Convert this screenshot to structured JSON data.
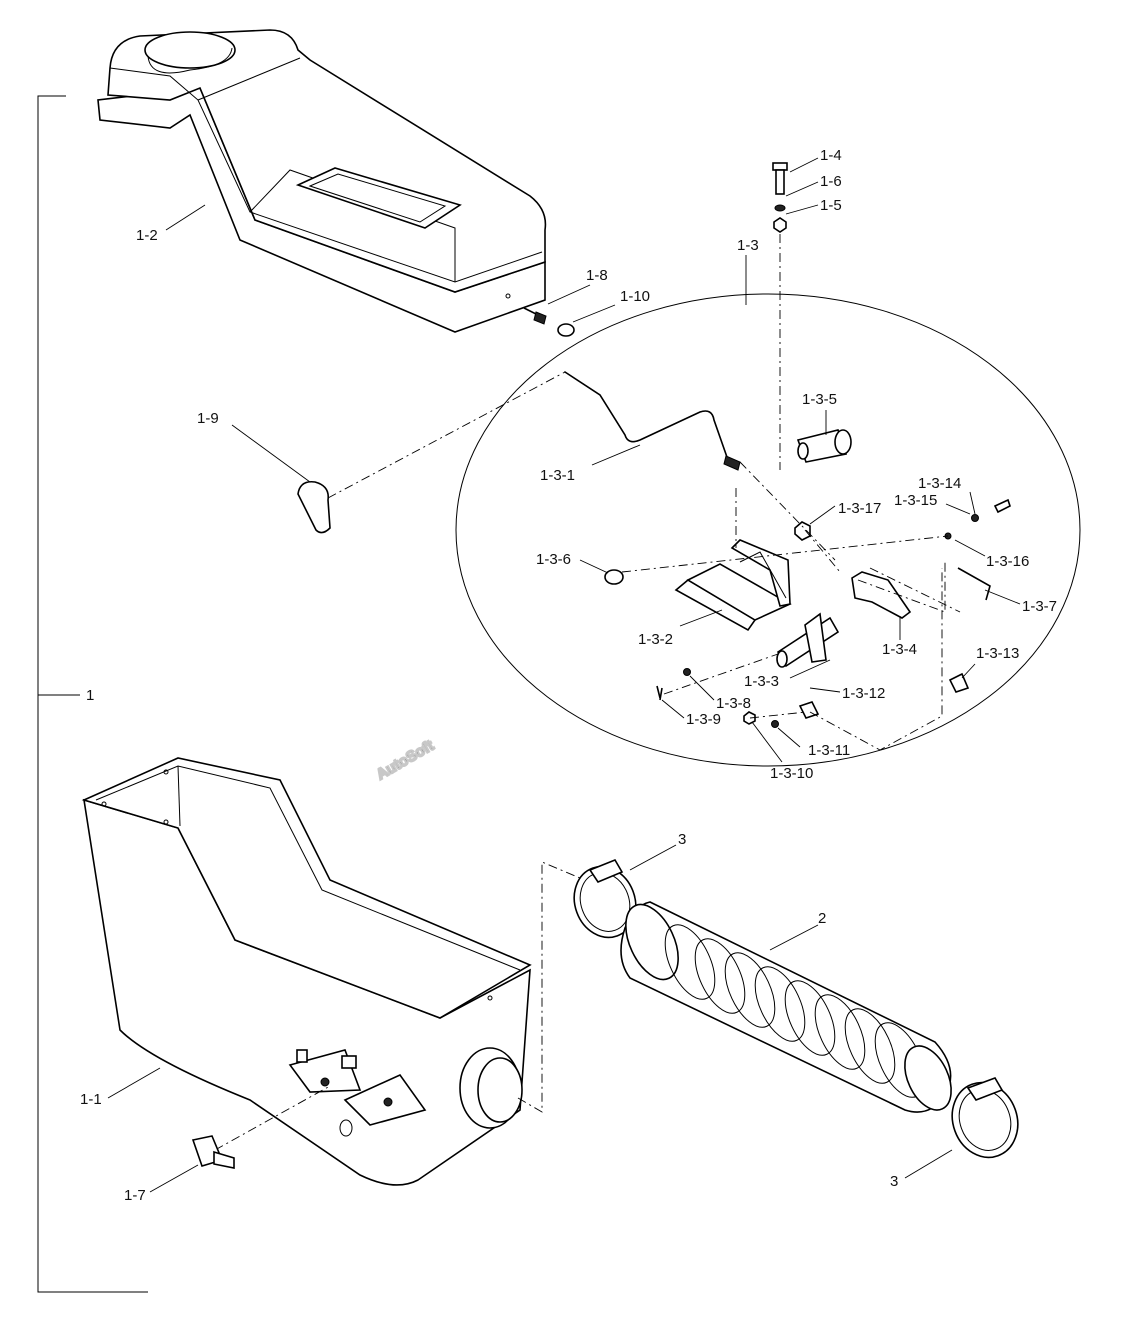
{
  "watermark": "AutoSoft",
  "callouts": {
    "c1": "1",
    "c1_1": "1-1",
    "c1_2": "1-2",
    "c1_3": "1-3",
    "c1_4": "1-4",
    "c1_5": "1-5",
    "c1_6": "1-6",
    "c1_7": "1-7",
    "c1_8": "1-8",
    "c1_9": "1-9",
    "c1_10": "1-10",
    "c1_3_1": "1-3-1",
    "c1_3_2": "1-3-2",
    "c1_3_3": "1-3-3",
    "c1_3_4": "1-3-4",
    "c1_3_5": "1-3-5",
    "c1_3_6": "1-3-6",
    "c1_3_7": "1-3-7",
    "c1_3_8": "1-3-8",
    "c1_3_9": "1-3-9",
    "c1_3_10": "1-3-10",
    "c1_3_11": "1-3-11",
    "c1_3_12": "1-3-12",
    "c1_3_13": "1-3-13",
    "c1_3_14": "1-3-14",
    "c1_3_15": "1-3-15",
    "c1_3_16": "1-3-16",
    "c1_3_17": "1-3-17",
    "c2": "2",
    "c3_top": "3",
    "c3_bottom": "3"
  }
}
